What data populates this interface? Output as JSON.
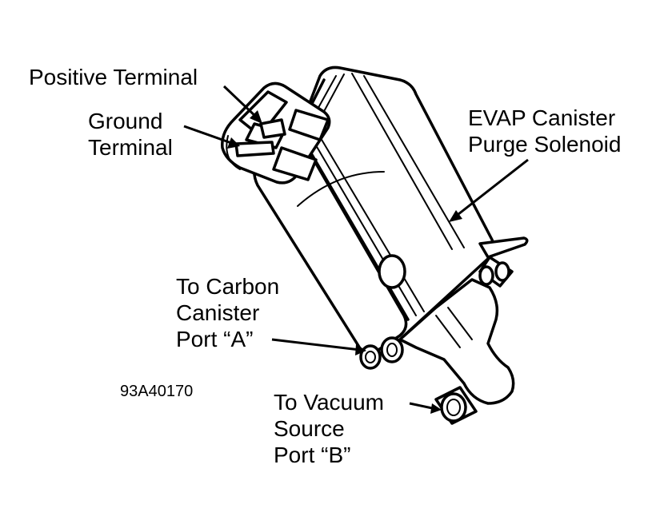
{
  "labels": {
    "positive_terminal": "Positive Terminal",
    "ground_terminal_line1": "Ground",
    "ground_terminal_line2": "Terminal",
    "solenoid_line1": "EVAP Canister",
    "solenoid_line2": "Purge Solenoid",
    "carbon_line1": "To Carbon",
    "carbon_line2": "Canister",
    "carbon_line3": "Port “A”",
    "vacuum_line1": "To Vacuum",
    "vacuum_line2": "Source",
    "vacuum_line3": "Port “B”"
  },
  "figure_code": "93A40170"
}
